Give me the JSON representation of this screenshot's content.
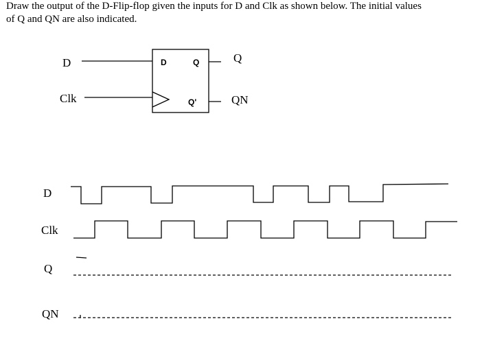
{
  "question": {
    "line1": "Draw the output of the D-Flip-flop given the inputs for D and Clk as shown below. The initial values",
    "line2": "of Q and QN are also indicated."
  },
  "circuit": {
    "input_d_label": "D",
    "input_clk_label": "Clk",
    "output_q_label": "Q",
    "output_qn_label": "QN",
    "pin_d": "D",
    "pin_q": "Q",
    "pin_qbar": "Q'"
  },
  "timing": {
    "d_label": "D",
    "clk_label": "Clk",
    "q_label": "Q",
    "qn_label": "QN"
  },
  "colors": {
    "ink": "#000000",
    "background": "#ffffff"
  }
}
